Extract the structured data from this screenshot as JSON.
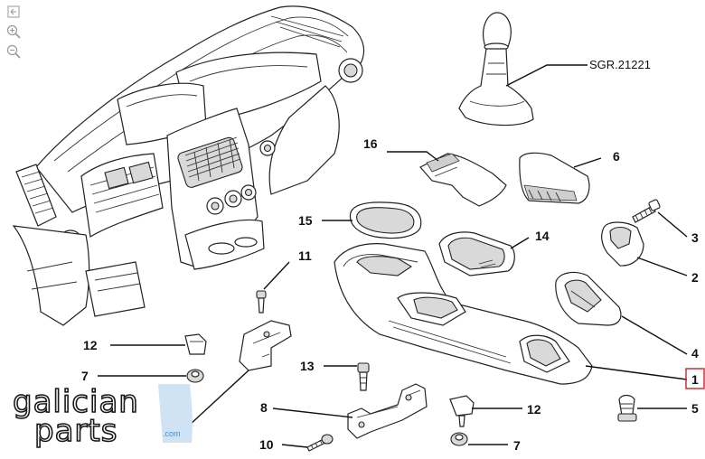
{
  "viewer": {
    "tools": [
      {
        "name": "fit-icon",
        "label": ""
      },
      {
        "name": "zoom-in-icon",
        "label": ""
      },
      {
        "name": "zoom-out-icon",
        "label": ""
      }
    ]
  },
  "diagram": {
    "callouts": {
      "c1": "1",
      "c2": "2",
      "c3": "3",
      "c4": "4",
      "c5": "5",
      "c6": "6",
      "c7a": "7",
      "c7b": "7",
      "c8": "8",
      "c10": "10",
      "c11": "11",
      "c12a": "12",
      "c12b": "12",
      "c13": "13",
      "c14": "14",
      "c15": "15",
      "c16": "16",
      "sgr": "SGR.21221"
    }
  },
  "watermark": {
    "line1": "galician",
    "line2": "parts",
    "suffix": ".com",
    "accent_color": "#cfe3f5"
  }
}
